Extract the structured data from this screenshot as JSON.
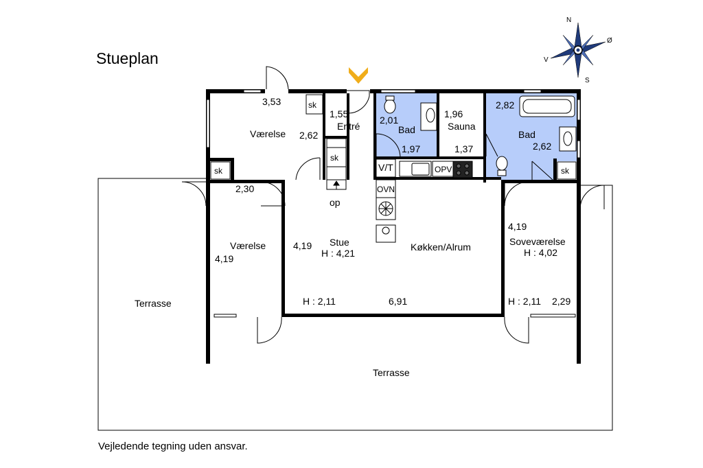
{
  "title": "Stueplan",
  "footnote": "Vejledende tegning uden ansvar.",
  "compass": {
    "n": "N",
    "s": "S",
    "e": "Ø",
    "w": "V"
  },
  "colors": {
    "wetroom": "#b7cdfa",
    "wall": "#000000",
    "entrance_arrow": "#f0ad1a"
  },
  "labels": {
    "vaerelse_top": "Værelse",
    "vaerelse_top_w": "3,53",
    "vaerelse_top_h": "2,62",
    "sk1": "sk",
    "sk2": "sk",
    "sk3": "sk",
    "sk4": "sk",
    "entre_dim": "1,55",
    "entre": "Entré",
    "op": "op",
    "bad1_dim1": "2,01",
    "bad1": "Bad",
    "bad1_dim2": "1,97",
    "sauna_dim1": "1,96",
    "sauna": "Sauna",
    "sauna_dim2": "1,37",
    "bad2_dim1": "2,82",
    "bad2": "Bad",
    "bad2_dim2": "2,62",
    "vt": "V/T",
    "opv": "OPV",
    "ovn": "OVN",
    "vaerelse_left_w": "2,30",
    "vaerelse_left": "Værelse",
    "vaerelse_left_h": "4,19",
    "stue_h": "4,19",
    "stue": "Stue",
    "stue_height": "H : 4,21",
    "koekken": "Køkken/Alrum",
    "stue_lower_height": "H : 2,11",
    "stue_w": "6,91",
    "sove_dim": "4,19",
    "sove": "Soveværelse",
    "sove_height": "H : 4,02",
    "sove_lower_height": "H : 2,11",
    "sove_w": "2,29",
    "terrasse_left": "Terrasse",
    "terrasse_bottom": "Terrasse"
  }
}
